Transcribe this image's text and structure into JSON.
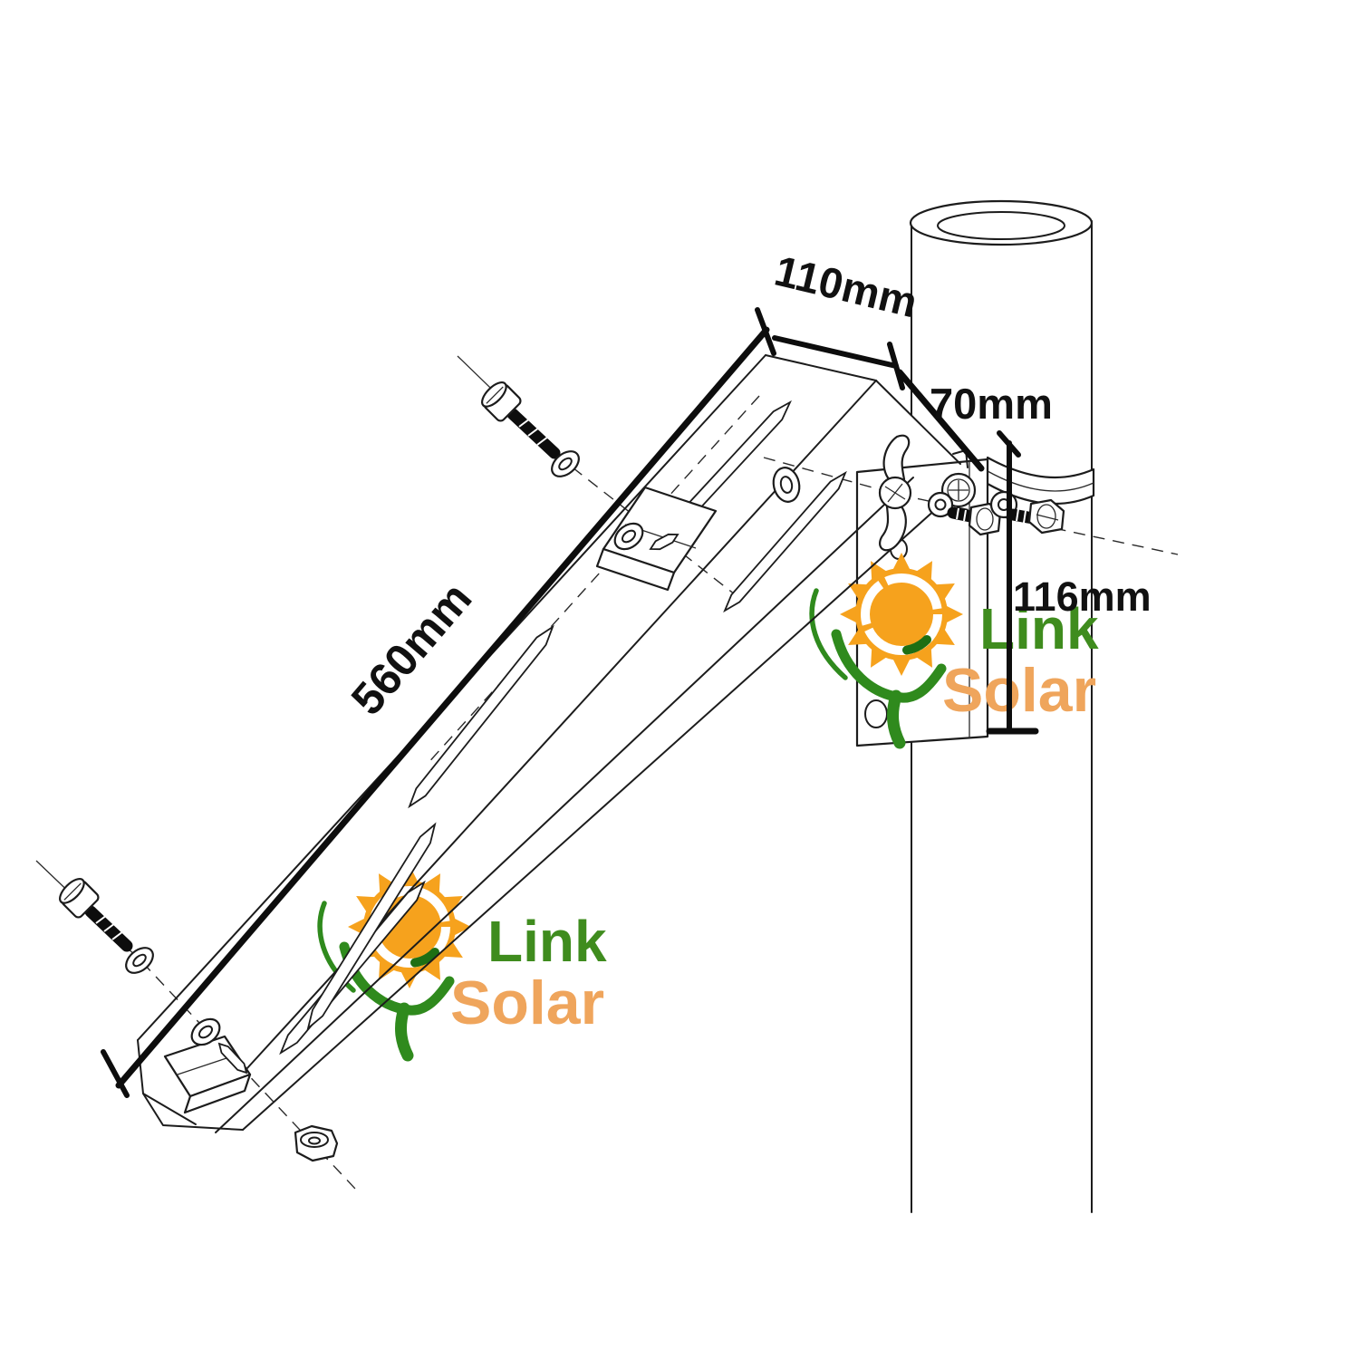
{
  "diagram": {
    "title": "solar-panel-pole-mount-bracket-drawing",
    "dimensions": {
      "length": {
        "label": "560mm"
      },
      "top_width": {
        "label": "110mm"
      },
      "head_depth": {
        "label": "70mm"
      },
      "plate_height": {
        "label": "116mm"
      }
    },
    "logo": {
      "line1": "Link",
      "line2": "Solar"
    },
    "colors": {
      "sun_orange": "#F6A21D",
      "solar_orange": "#EFA55C",
      "link_green": "#3F8C1E",
      "vine_green": "#2F8A1D",
      "vine_dark": "#1E6F14",
      "ink": "#1c1c1c"
    }
  }
}
